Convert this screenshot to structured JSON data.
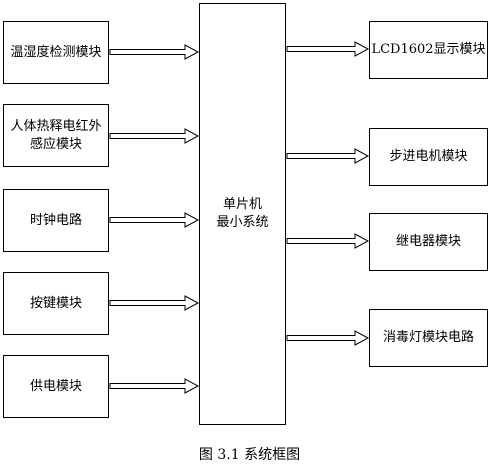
{
  "inputs": [
    {
      "id": "temp-humidity-module",
      "label": "温湿度检测模块"
    },
    {
      "id": "pir-sensor-module",
      "label": "人体热释电红外\n感应模块"
    },
    {
      "id": "clock-circuit",
      "label": "时钟电路"
    },
    {
      "id": "keypad-module",
      "label": "按键模块"
    },
    {
      "id": "power-module",
      "label": "供电模块"
    }
  ],
  "center": {
    "label": "单片机\n最小系统"
  },
  "outputs": [
    {
      "id": "lcd-display-module",
      "label": "LCD1602显示模块"
    },
    {
      "id": "stepper-motor-module",
      "label": "步进电机模块"
    },
    {
      "id": "relay-module",
      "label": "继电器模块"
    },
    {
      "id": "sterilize-lamp-module",
      "label": "消毒灯模块电路"
    }
  ],
  "caption": {
    "label": "图 3.1  系统框图"
  }
}
